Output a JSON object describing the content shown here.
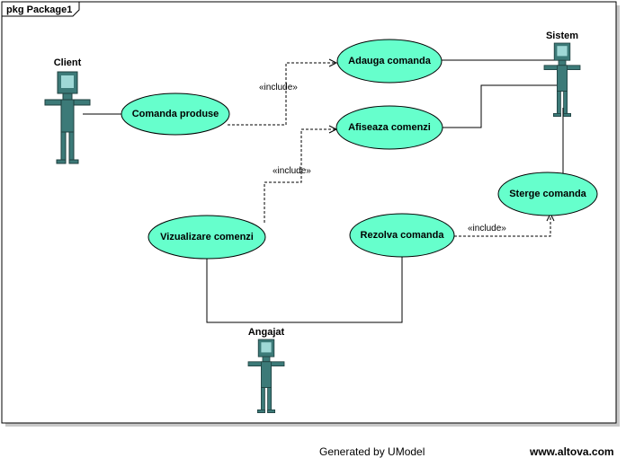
{
  "package": {
    "label": "pkg Package1"
  },
  "actors": {
    "client": {
      "name": "Client"
    },
    "sistem": {
      "name": "Sistem"
    },
    "angajat": {
      "name": "Angajat"
    }
  },
  "use_cases": {
    "comanda_produse": "Comanda produse",
    "adauga_comanda": "Adauga comanda",
    "afiseaza_comenzi": "Afiseaza comenzi",
    "vizualizare_comenzi": "Vizualizare comenzi",
    "rezolva_comanda": "Rezolva comanda",
    "sterge_comanda": "Sterge comanda"
  },
  "relations": {
    "include_1": "«include»",
    "include_2": "«include»",
    "include_3": "«include»"
  },
  "footer": {
    "generated": "Generated by UModel",
    "site": "www.altova.com"
  },
  "colors": {
    "use_case_fill": "#66ffcc",
    "actor": "#3c7a78"
  }
}
